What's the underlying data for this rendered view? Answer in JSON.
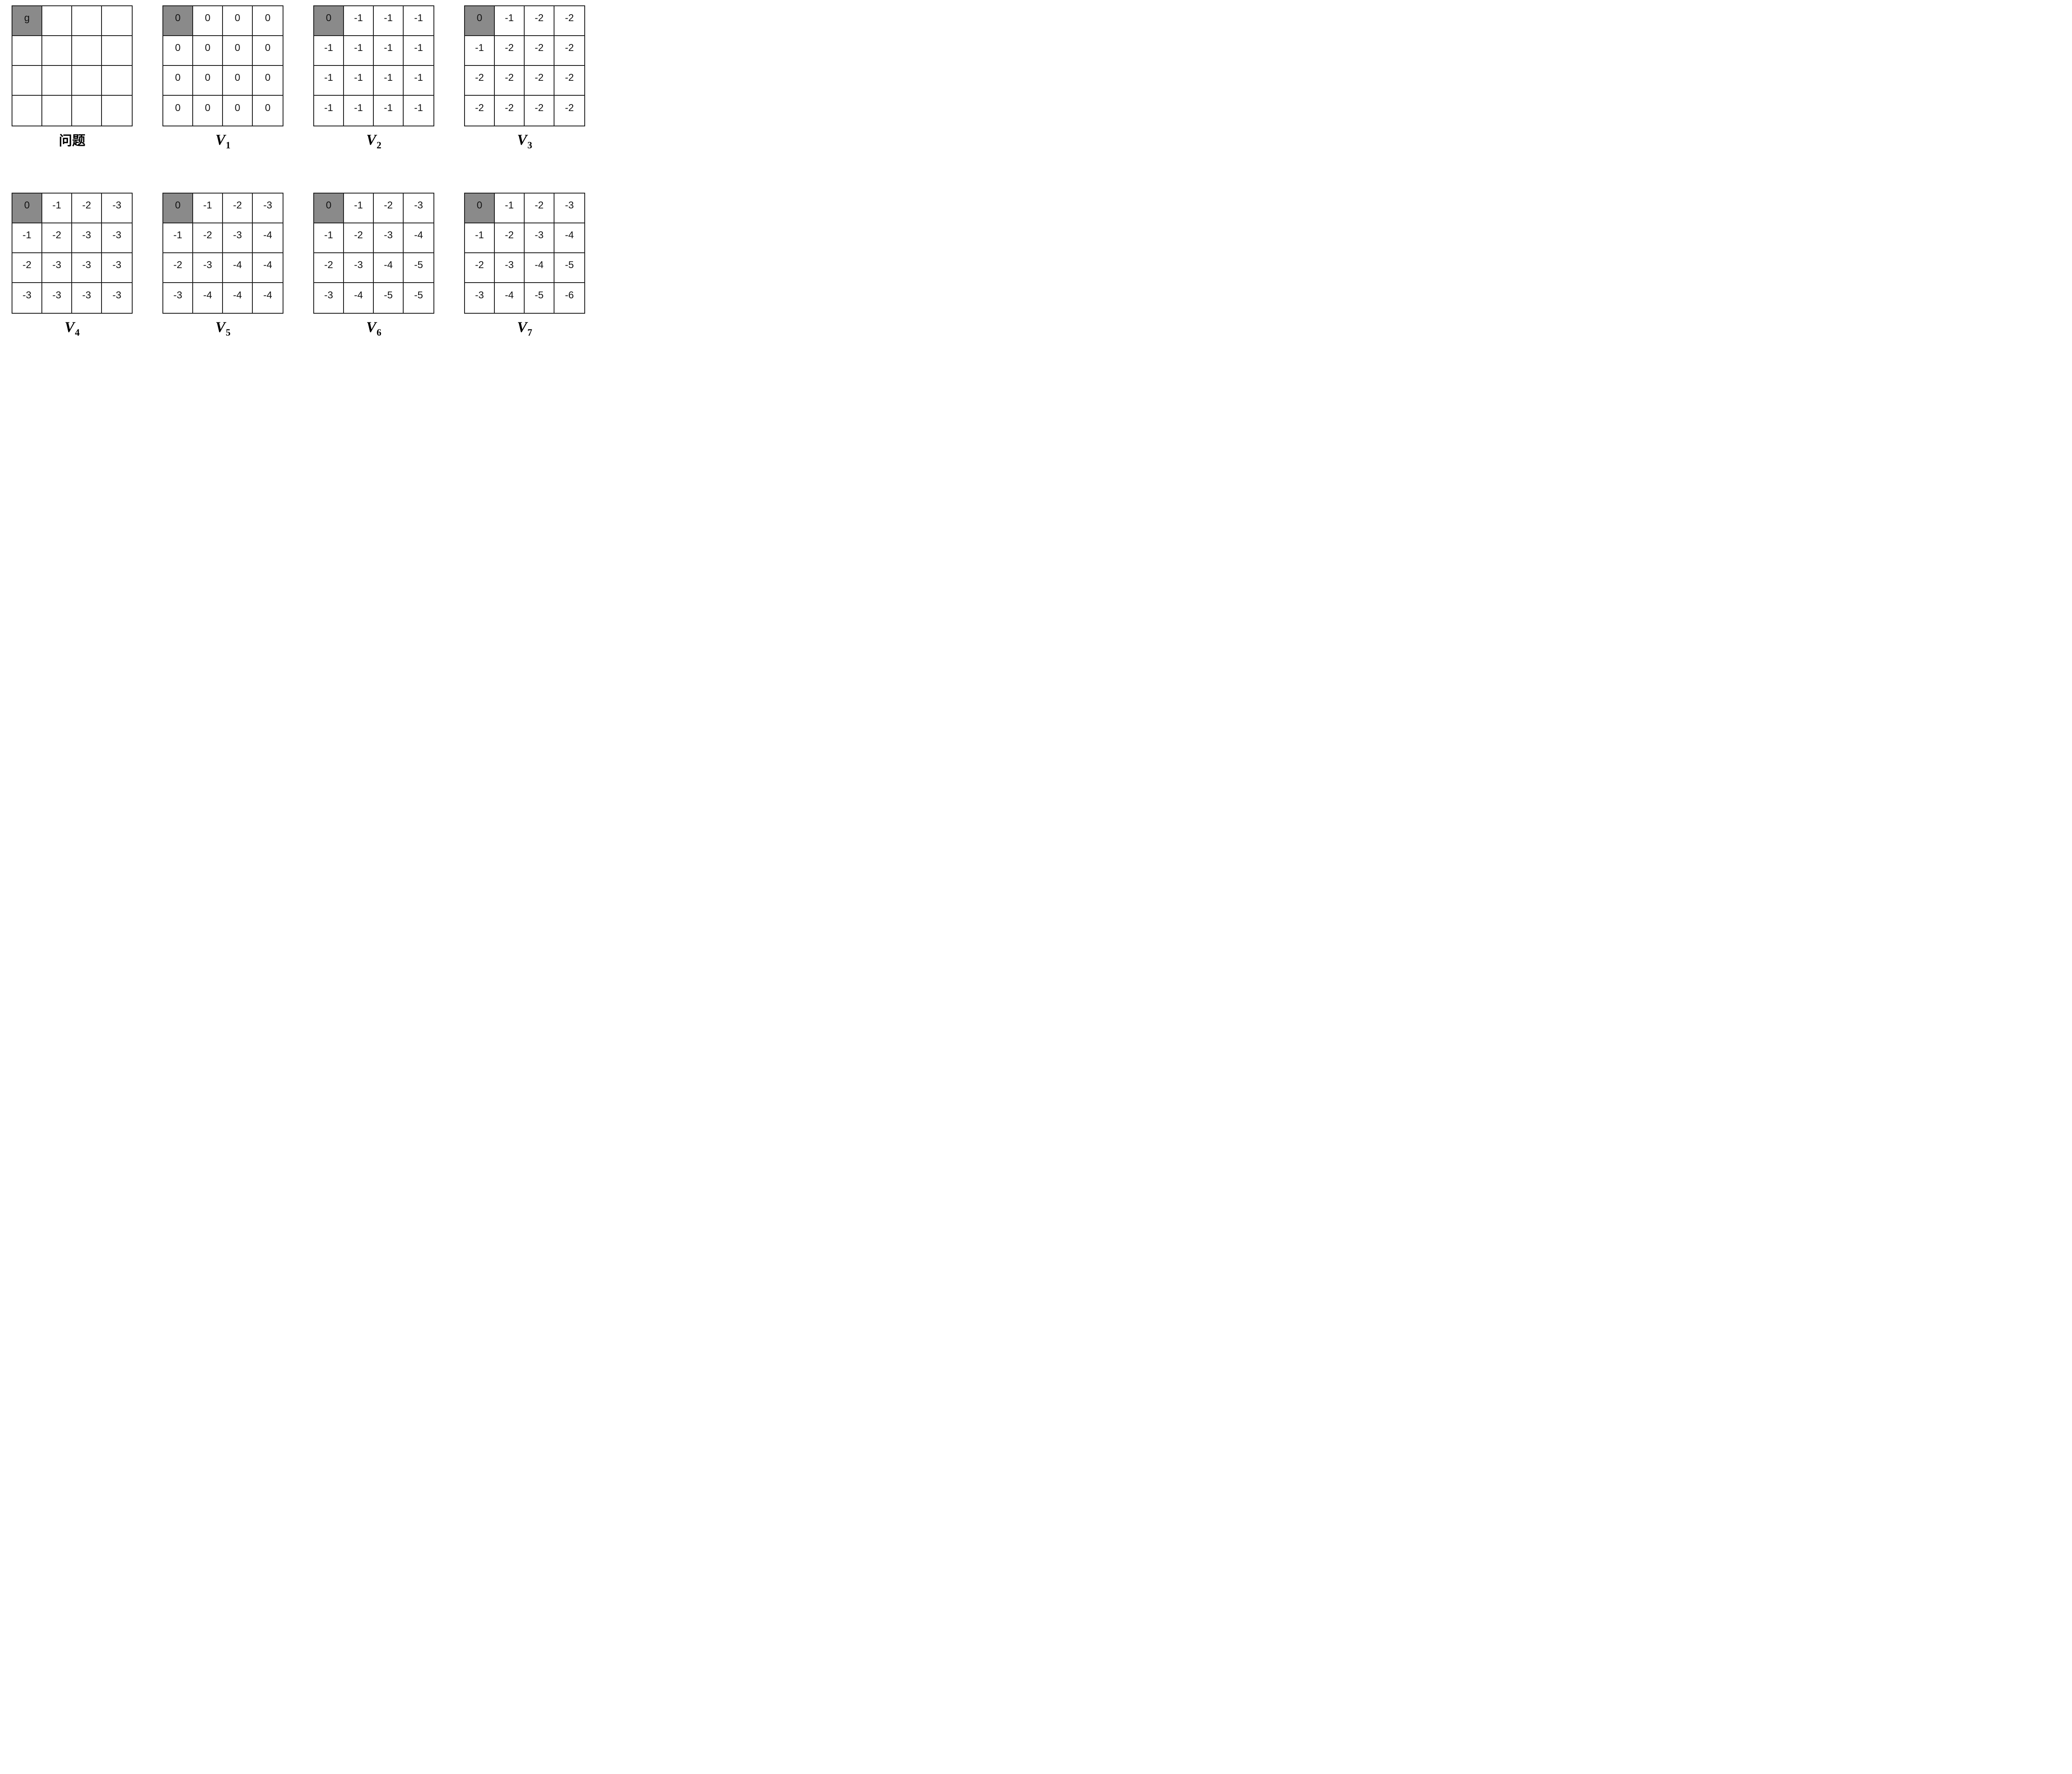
{
  "colors": {
    "goal_cell_bg": "#8a8a8a",
    "grid_line": "#1b1b1b",
    "cell_bg": "#ffffff",
    "text": "#111111",
    "page_bg": "#ffffff"
  },
  "grids": [
    {
      "id": "problem",
      "label": {
        "text": "问题"
      },
      "goal": [
        0,
        0
      ],
      "cells": [
        [
          "g",
          "",
          "",
          ""
        ],
        [
          "",
          "",
          "",
          ""
        ],
        [
          "",
          "",
          "",
          ""
        ],
        [
          "",
          "",
          "",
          ""
        ]
      ]
    },
    {
      "id": "V1",
      "label": {
        "base": "V",
        "sub": "1"
      },
      "goal": [
        0,
        0
      ],
      "cells": [
        [
          "0",
          "0",
          "0",
          "0"
        ],
        [
          "0",
          "0",
          "0",
          "0"
        ],
        [
          "0",
          "0",
          "0",
          "0"
        ],
        [
          "0",
          "0",
          "0",
          "0"
        ]
      ]
    },
    {
      "id": "V2",
      "label": {
        "base": "V",
        "sub": "2"
      },
      "goal": [
        0,
        0
      ],
      "cells": [
        [
          "0",
          "-1",
          "-1",
          "-1"
        ],
        [
          "-1",
          "-1",
          "-1",
          "-1"
        ],
        [
          "-1",
          "-1",
          "-1",
          "-1"
        ],
        [
          "-1",
          "-1",
          "-1",
          "-1"
        ]
      ]
    },
    {
      "id": "V3",
      "label": {
        "base": "V",
        "sub": "3"
      },
      "goal": [
        0,
        0
      ],
      "cells": [
        [
          "0",
          "-1",
          "-2",
          "-2"
        ],
        [
          "-1",
          "-2",
          "-2",
          "-2"
        ],
        [
          "-2",
          "-2",
          "-2",
          "-2"
        ],
        [
          "-2",
          "-2",
          "-2",
          "-2"
        ]
      ]
    },
    {
      "id": "V4",
      "label": {
        "base": "V",
        "sub": "4"
      },
      "goal": [
        0,
        0
      ],
      "cells": [
        [
          "0",
          "-1",
          "-2",
          "-3"
        ],
        [
          "-1",
          "-2",
          "-3",
          "-3"
        ],
        [
          "-2",
          "-3",
          "-3",
          "-3"
        ],
        [
          "-3",
          "-3",
          "-3",
          "-3"
        ]
      ]
    },
    {
      "id": "V5",
      "label": {
        "base": "V",
        "sub": "5"
      },
      "goal": [
        0,
        0
      ],
      "cells": [
        [
          "0",
          "-1",
          "-2",
          "-3"
        ],
        [
          "-1",
          "-2",
          "-3",
          "-4"
        ],
        [
          "-2",
          "-3",
          "-4",
          "-4"
        ],
        [
          "-3",
          "-4",
          "-4",
          "-4"
        ]
      ]
    },
    {
      "id": "V6",
      "label": {
        "base": "V",
        "sub": "6"
      },
      "goal": [
        0,
        0
      ],
      "cells": [
        [
          "0",
          "-1",
          "-2",
          "-3"
        ],
        [
          "-1",
          "-2",
          "-3",
          "-4"
        ],
        [
          "-2",
          "-3",
          "-4",
          "-5"
        ],
        [
          "-3",
          "-4",
          "-5",
          "-5"
        ]
      ]
    },
    {
      "id": "V7",
      "label": {
        "base": "V",
        "sub": "7"
      },
      "goal": [
        0,
        0
      ],
      "cells": [
        [
          "0",
          "-1",
          "-2",
          "-3"
        ],
        [
          "-1",
          "-2",
          "-3",
          "-4"
        ],
        [
          "-2",
          "-3",
          "-4",
          "-5"
        ],
        [
          "-3",
          "-4",
          "-5",
          "-6"
        ]
      ]
    }
  ]
}
